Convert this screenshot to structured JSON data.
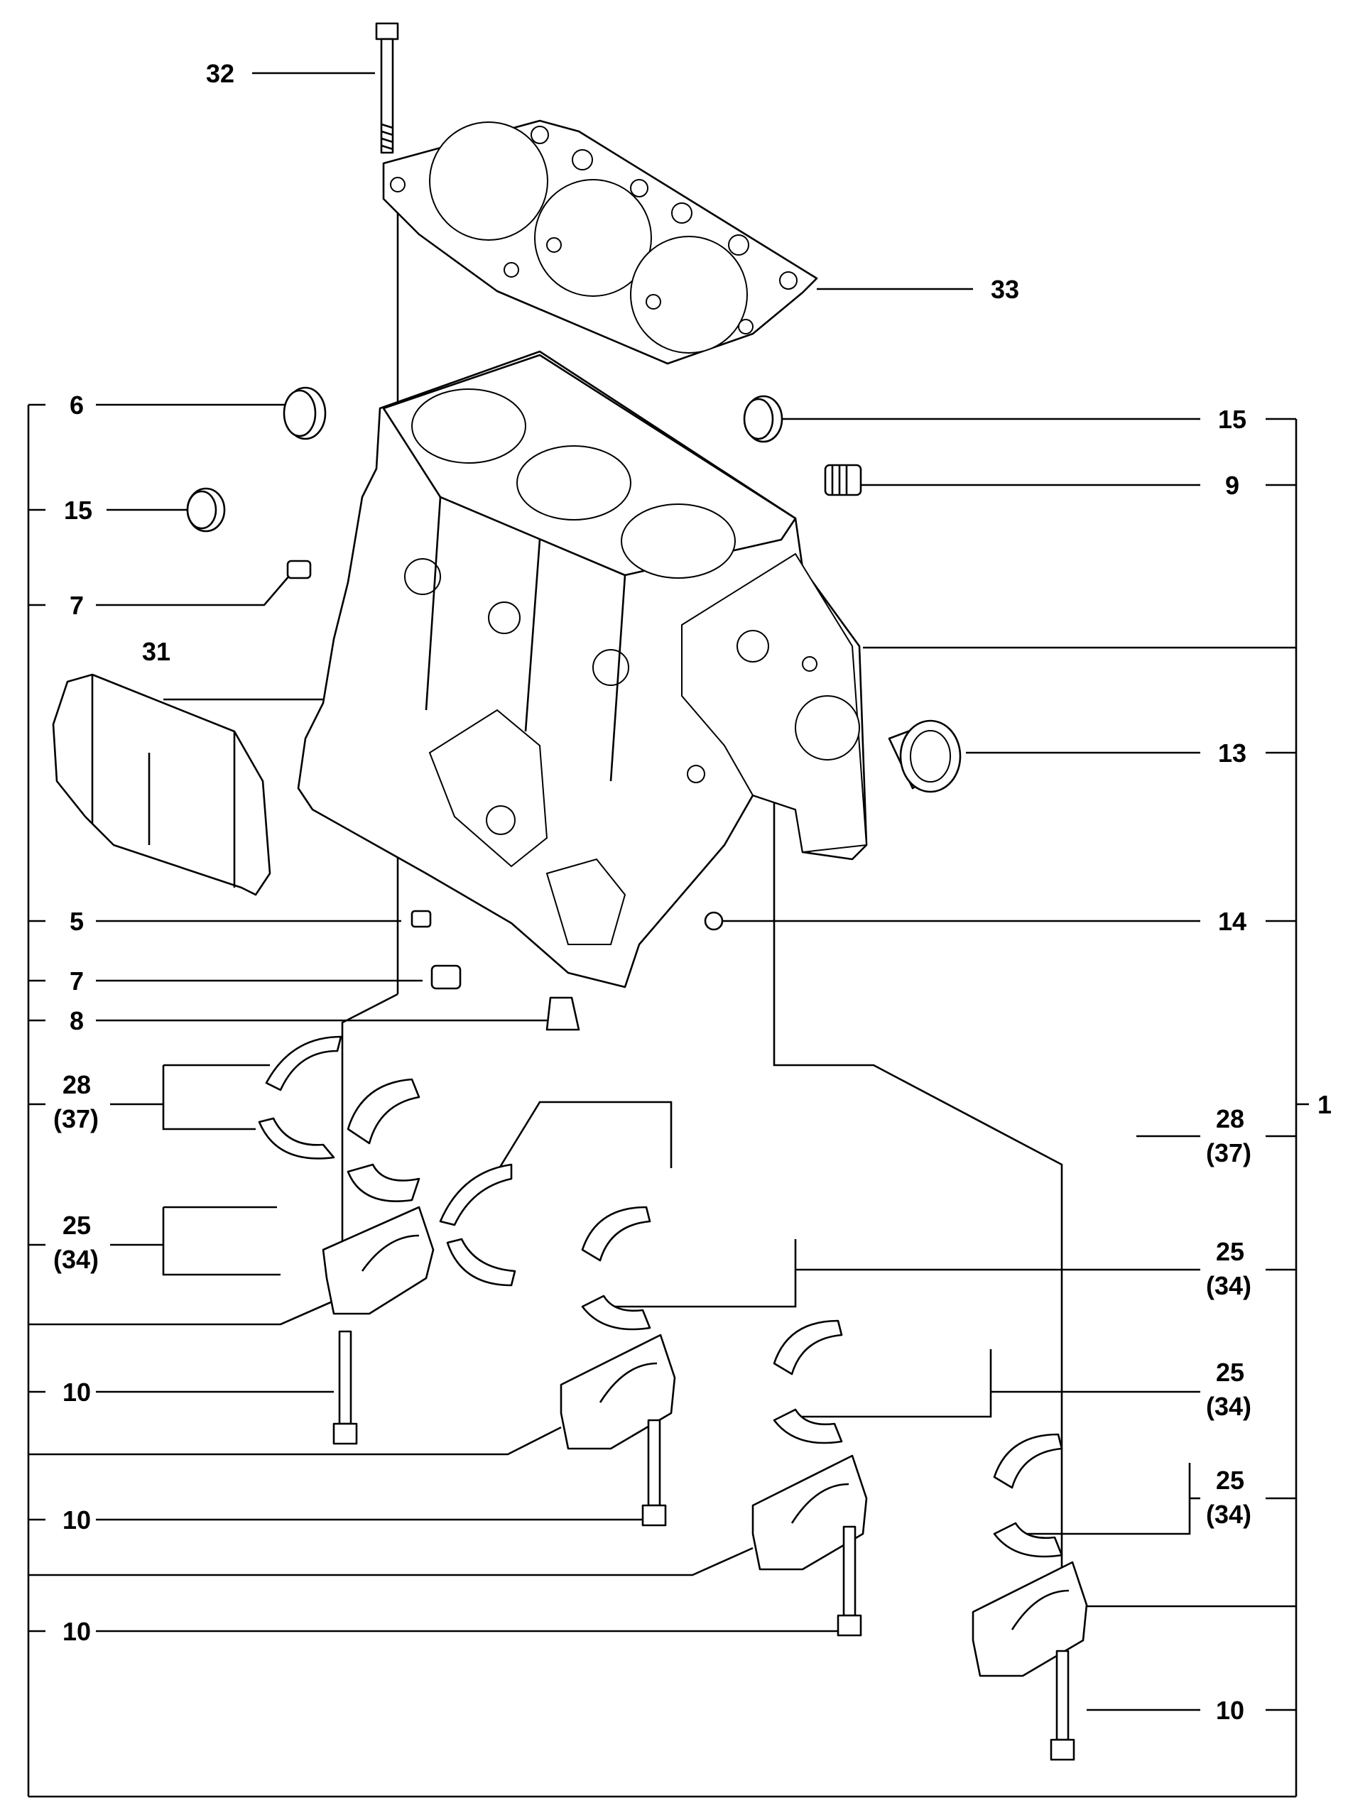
{
  "diagram": {
    "type": "exploded-parts-diagram",
    "callouts": {
      "c1": "1",
      "c32": "32",
      "c33": "33",
      "c6": "6",
      "c15_left": "15",
      "c15_right": "15",
      "c9": "9",
      "c7_upper": "7",
      "c31": "31",
      "c13": "13",
      "c5": "5",
      "c14": "14",
      "c7_lower": "7",
      "c8": "8",
      "c28_left": "28",
      "c37_left": "(37)",
      "c28_right": "28",
      "c37_right": "(37)",
      "c25_left": "25",
      "c34_left": "(34)",
      "c25_r1": "25",
      "c34_r1": "(34)",
      "c25_r2": "25",
      "c34_r2": "(34)",
      "c25_r3": "25",
      "c34_r3": "(34)",
      "c10_a": "10",
      "c10_b": "10",
      "c10_c": "10",
      "c10_d": "10"
    }
  }
}
